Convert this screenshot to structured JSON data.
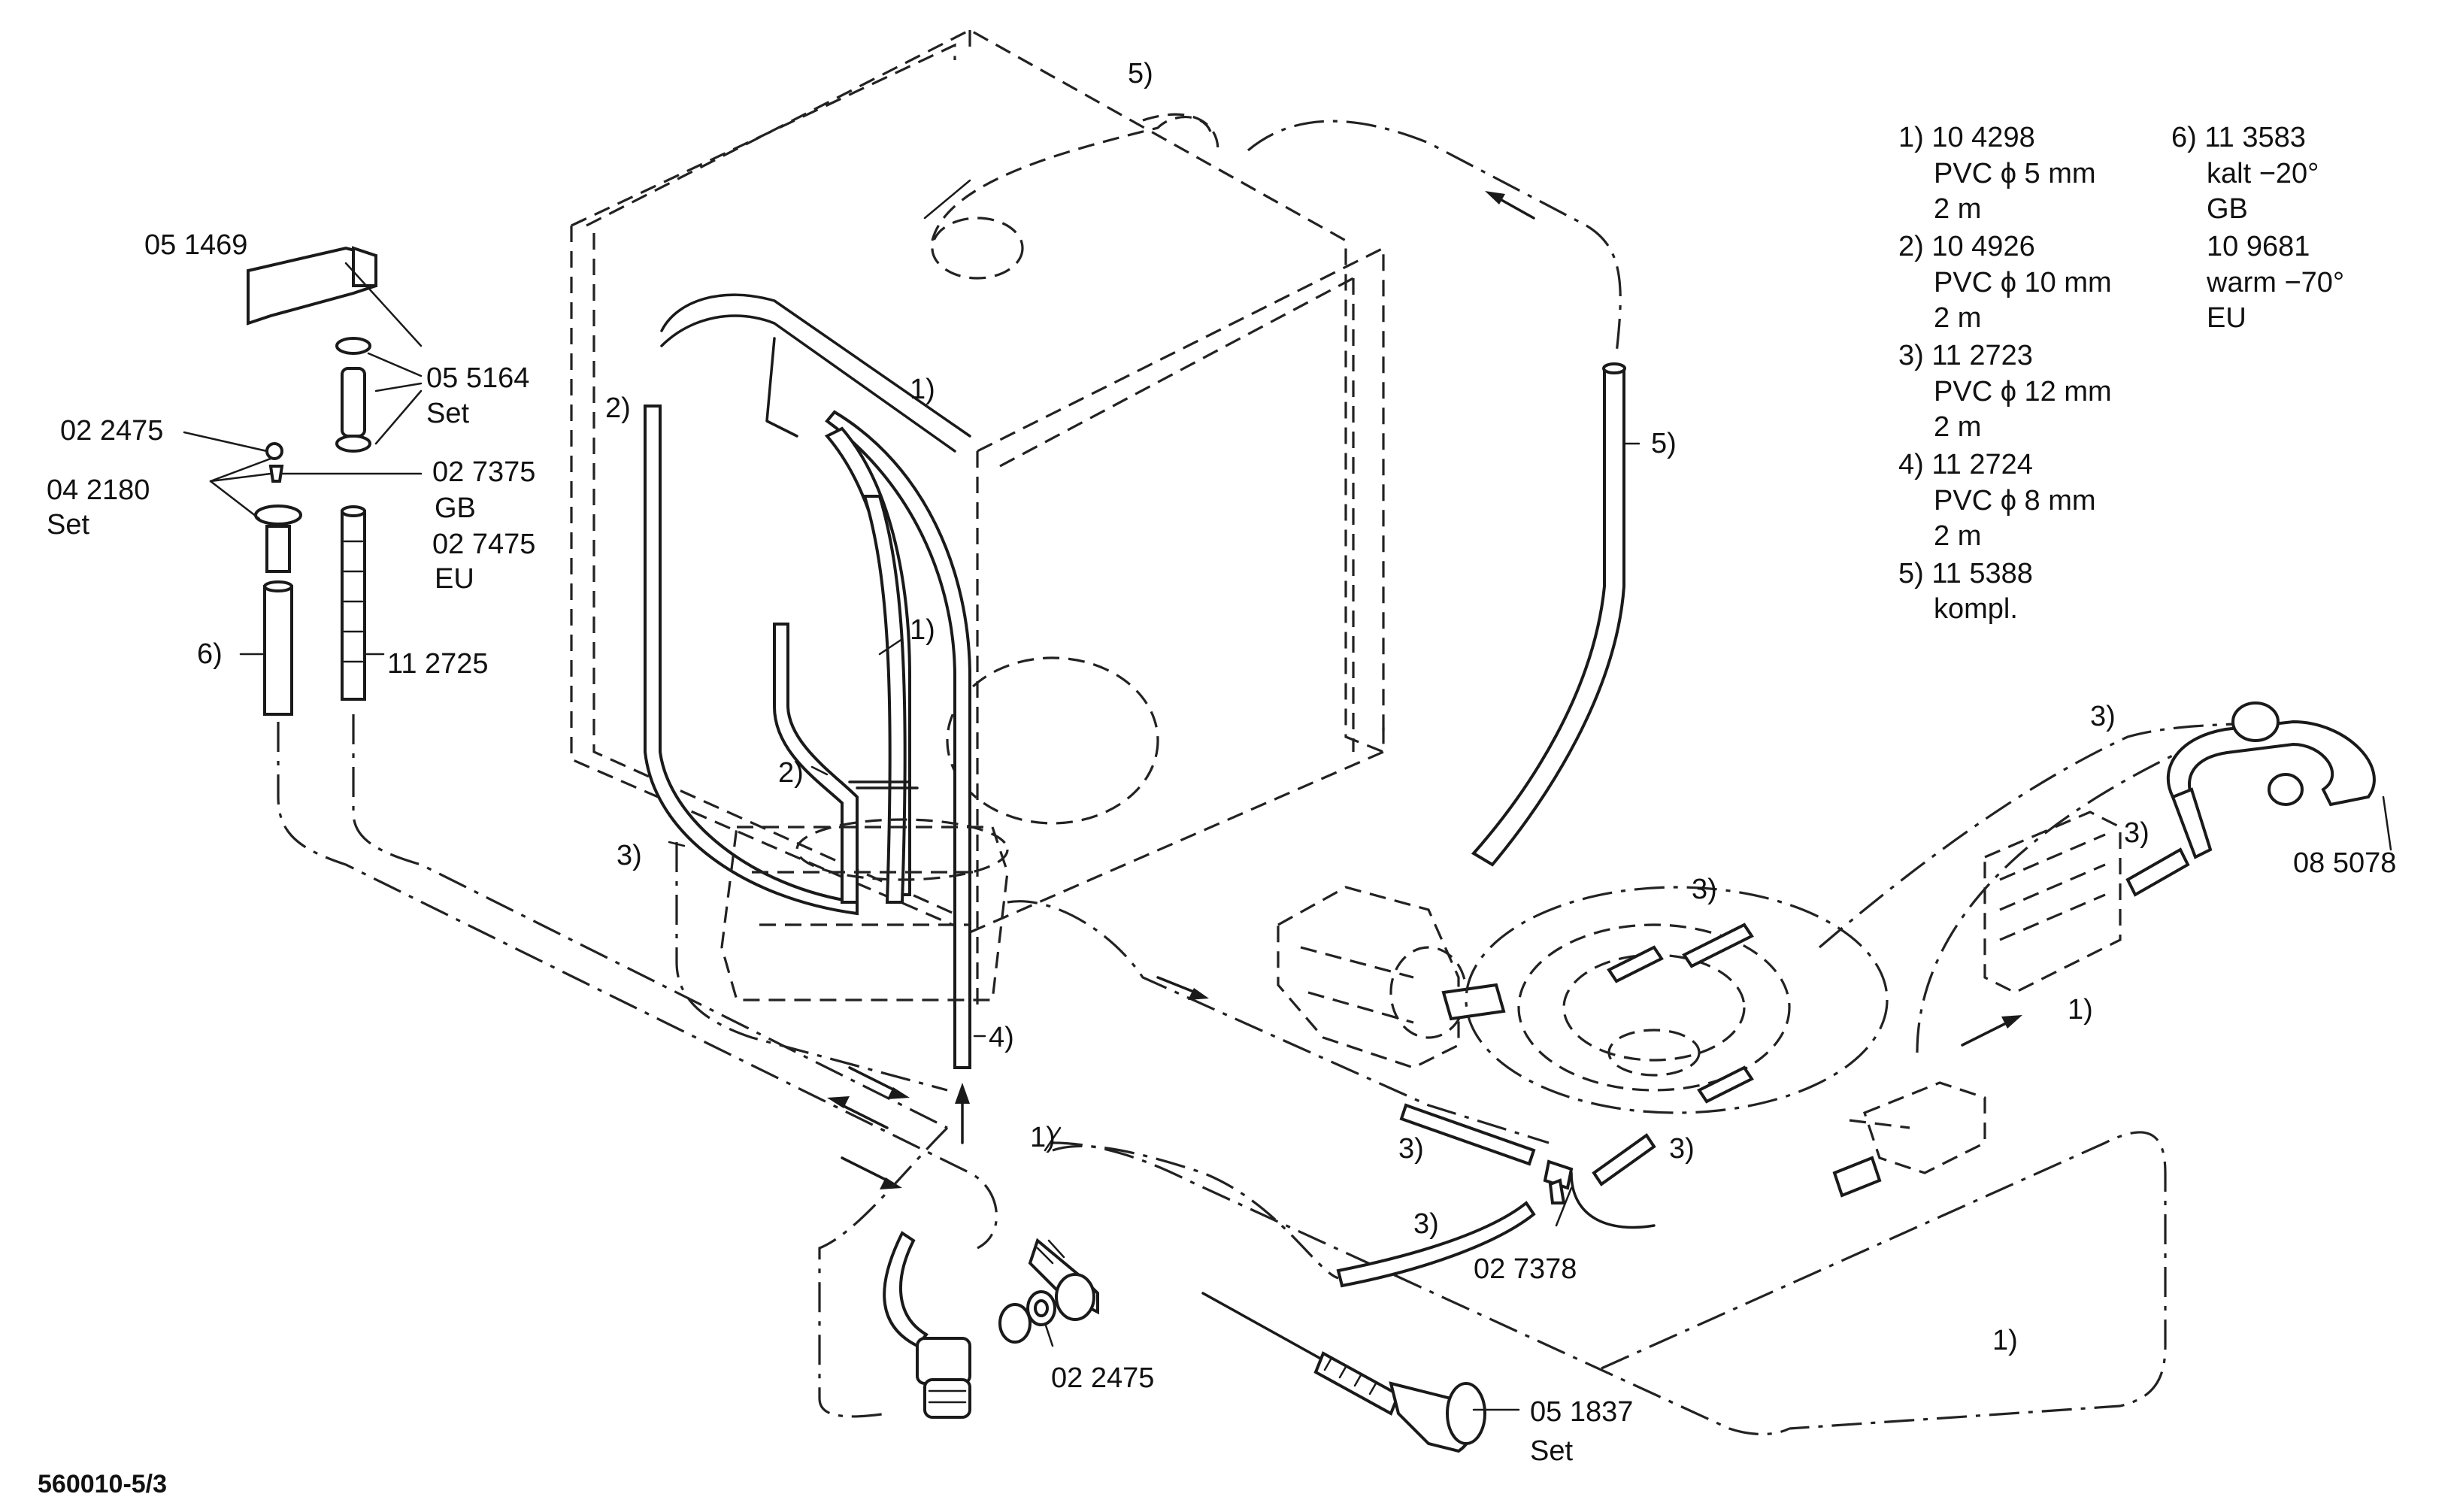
{
  "figure_id": "560010-5/3",
  "callouts": {
    "c_05_1469": "05 1469",
    "c_05_5164": "05 5164",
    "c_05_5164_set": "Set",
    "c_02_2475_top": "02 2475",
    "c_04_2180": "04 2180",
    "c_04_2180_set": "Set",
    "c_02_7375": "02 7375",
    "c_gb_left": "GB",
    "c_02_7475": "02 7475",
    "c_eu_left": "EU",
    "c_6": "6)",
    "c_11_2725": "11 2725",
    "c_5_top": "5)",
    "c_5_right": "5)",
    "c_2_upper": "2)",
    "c_1_upper": "1)",
    "c_1_mid": "1)",
    "c_2_lower": "2)",
    "c_3_left": "3)",
    "c_4": "4)",
    "c_1_lower": "1)",
    "c_3_mid": "3)",
    "c_3_bottom": "3)",
    "c_3_center": "3)",
    "c_3_tee": "3)",
    "c_02_7378": "02 7378",
    "c_3_right_top": "3)",
    "c_3_right_mid": "3)",
    "c_08_5078": "08 5078",
    "c_1_right": "1)",
    "c_1_bottom": "1)",
    "c_02_2475_bottom": "02 2475",
    "c_05_1837": "05 1837",
    "c_05_1837_set": "Set"
  },
  "legend": {
    "col1": [
      "1) 10 4298",
      "PVC ϕ 5 mm",
      "2 m",
      "2) 10 4926",
      "PVC ϕ 10 mm",
      "2 m",
      "3) 11 2723",
      "PVC ϕ 12 mm",
      "2 m",
      "4) 11 2724",
      "PVC ϕ 8 mm",
      "2 m",
      "5) 11 5388",
      "kompl."
    ],
    "col2": [
      "6) 11 3583",
      "kalt −20°",
      "GB",
      "10 9681",
      "warm −70°",
      "EU"
    ]
  }
}
